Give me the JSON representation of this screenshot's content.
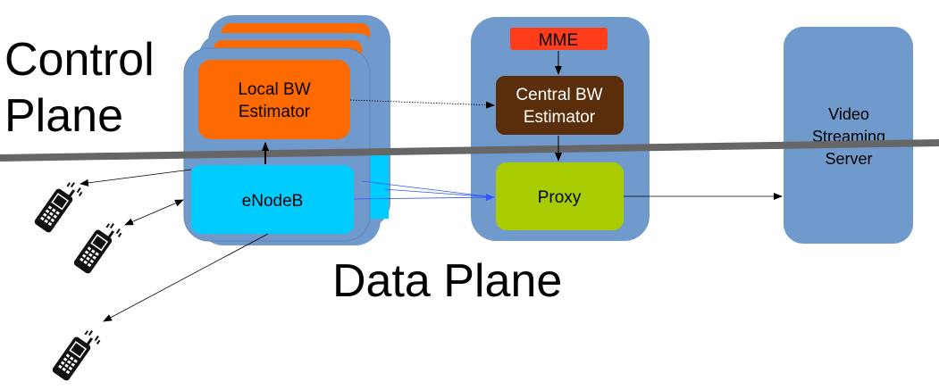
{
  "labels": {
    "control_plane_line1": "Control",
    "control_plane_line2": "Plane",
    "data_plane": "Data Plane"
  },
  "nodes": {
    "local_bw_line1": "Local BW",
    "local_bw_line2": "Estimator",
    "enodeb": "eNodeB",
    "mme": "MME",
    "central_bw_line1": "Central BW",
    "central_bw_line2": "Estimator",
    "proxy": "Proxy",
    "video_line1": "Video",
    "video_line2": "Streaming",
    "video_line3": "Server"
  },
  "colors": {
    "container": "#7099cc",
    "local_bw": "#ff6a00",
    "enodeb": "#00ccff",
    "mme": "#ff3d1a",
    "central_bw": "#5a2e0a",
    "proxy": "#a8cc00",
    "divider": "#666666",
    "blue_arrow": "#3355ff"
  },
  "icons": [
    "mobile-phone-icon",
    "mobile-phone-icon",
    "mobile-phone-icon"
  ]
}
